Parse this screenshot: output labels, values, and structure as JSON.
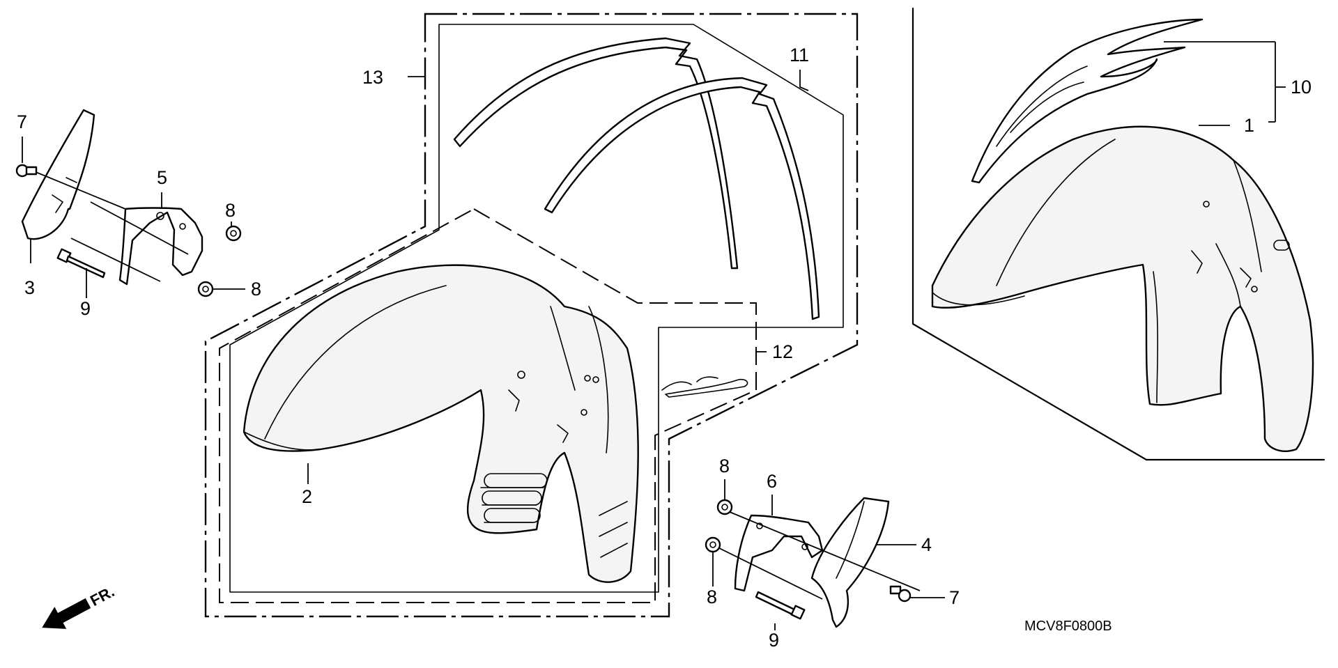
{
  "diagram": {
    "diagram_code": "MCV8F0800B",
    "direction_label": "FR.",
    "callouts": {
      "c1": "1",
      "c2": "2",
      "c3": "3",
      "c4": "4",
      "c5": "5",
      "c6": "6",
      "c7_left": "7",
      "c7_right": "7",
      "c8_left_top": "8",
      "c8_left_bottom": "8",
      "c8_right_top": "8",
      "c8_right_bottom": "8",
      "c9_left": "9",
      "c9_right": "9",
      "c10": "10",
      "c11": "11",
      "c12": "12",
      "c13": "13"
    }
  }
}
